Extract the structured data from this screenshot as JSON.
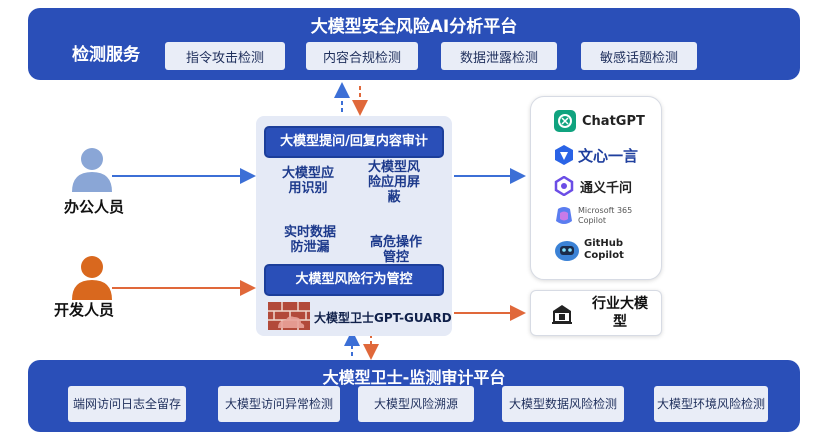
{
  "top": {
    "title": "大模型安全风险AI分析平台",
    "label": "检测服务",
    "services": [
      "指令攻击检测",
      "内容合规检测",
      "数据泄露检测",
      "敏感话题检测"
    ]
  },
  "center": {
    "audit_header": "大模型提问/回复内容审计",
    "cycle": [
      "大模型应用识别",
      "大模型风险应用屏蔽",
      "高危操作管控",
      "实时数据防泄漏"
    ],
    "control_header": "大模型风险行为管控",
    "guard_label": "大模型卫士GPT-GUARD"
  },
  "people": {
    "office": "办公人员",
    "developer": "开发人员"
  },
  "llms": [
    {
      "name": "ChatGPT",
      "icon": "chatgpt-icon"
    },
    {
      "name": "文心一言",
      "icon": "wenxin-icon"
    },
    {
      "name": "通义千问",
      "icon": "tongyi-icon"
    },
    {
      "name": "Microsoft 365 Copilot",
      "icon": "copilot-icon"
    },
    {
      "name": "GitHub Copilot",
      "icon": "github-copilot-icon"
    }
  ],
  "industry": {
    "label": "行业大模型",
    "icon": "bank-icon"
  },
  "bottom": {
    "title": "大模型卫士-监测审计平台",
    "functions": [
      "端网访问日志全留存",
      "大模型访问异常检测",
      "大模型风险溯源",
      "大模型数据风险检测",
      "大模型环境风险检测"
    ]
  },
  "colors": {
    "primary_blue": "#2a4fb8",
    "panel_light": "#e5eaf6",
    "button_light": "#e9edf7",
    "arrow_blue": "#3c6fd6",
    "arrow_orange": "#e0683a",
    "person_blue": "#8aa6d6",
    "person_orange": "#d9681e"
  }
}
